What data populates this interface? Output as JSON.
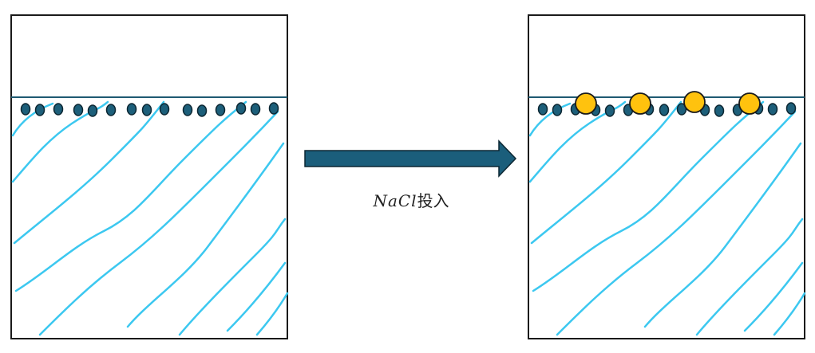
{
  "arrow_label": {
    "formula": "NaCl",
    "suffix": "投入"
  },
  "colors": {
    "frame": "#1a1a1a",
    "surface_line": "#1e5a72",
    "water": "#3cc8f0",
    "molecule_fill": "#1d5f7a",
    "molecule_stroke": "#0c2733",
    "ion_fill": "#ffc20e",
    "ion_stroke": "#1a1a1a",
    "arrow": "#1b5e7b"
  },
  "left_beaker": {
    "surface_molecules": 15
  },
  "right_beaker": {
    "surface_molecules": 15,
    "salt_ions": 4
  }
}
